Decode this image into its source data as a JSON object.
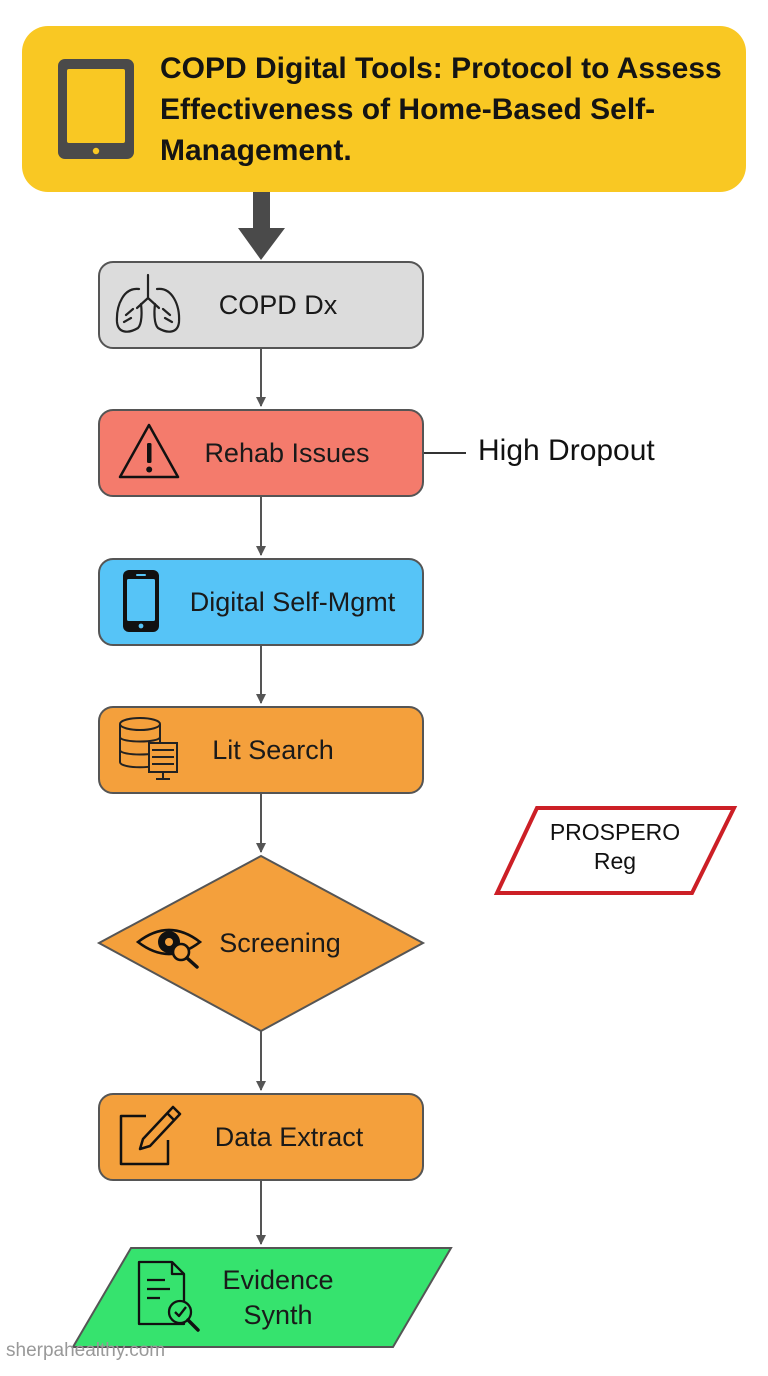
{
  "title": "COPD Digital Tools: Protocol to Assess Effectiveness of Home-Based Self-Management.",
  "nodes": {
    "diagnosis": "COPD Dx",
    "rehab_issues": "Rehab Issues",
    "digital_self_mgmt": "Digital Self-Mgmt",
    "lit_search": "Lit Search",
    "screening": "Screening",
    "data_extract": "Data Extract",
    "evidence_synth_line1": "Evidence",
    "evidence_synth_line2": "Synth"
  },
  "side_note": "High Dropout",
  "prospero_line1": "PROSPERO",
  "prospero_line2": "Reg",
  "watermark": "sherpahealthy.com",
  "colors": {
    "title_bg": "#f9c823",
    "diagnosis": "#dcdcdc",
    "rehab_issues": "#f47b6c",
    "digital_self_mgmt": "#56c4f7",
    "process": "#f4a03c",
    "evidence": "#36e36e",
    "prospero_border": "#cc1f26"
  },
  "icons": [
    "tablet-icon",
    "lungs-icon",
    "warning-icon",
    "smartphone-icon",
    "database-icon",
    "eye-search-icon",
    "edit-icon",
    "document-check-icon"
  ]
}
